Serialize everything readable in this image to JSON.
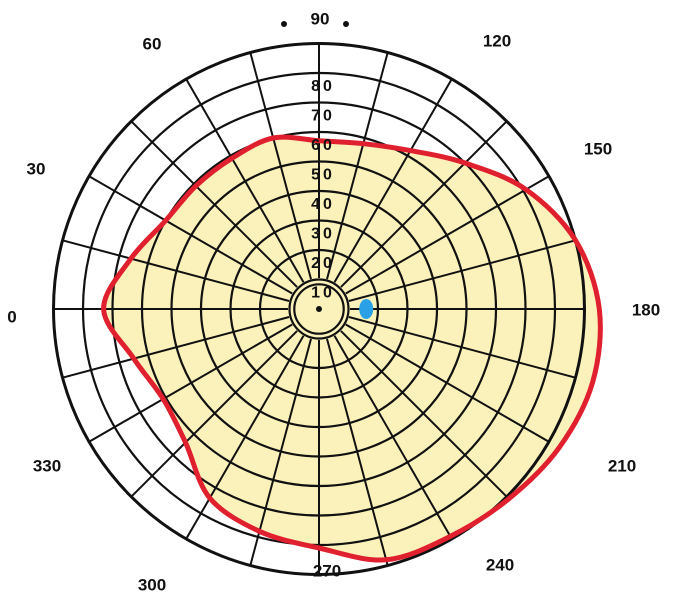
{
  "angle_labels": [
    "0",
    "30",
    "60",
    "90",
    "120",
    "150",
    "180",
    "210",
    "240",
    "270",
    "300",
    "330"
  ],
  "radial_labels": [
    "10",
    "20",
    "30",
    "40",
    "50",
    "60",
    "70",
    "80"
  ],
  "colors": {
    "field_fill": "#fbf2bb",
    "boundary": "#e0202e",
    "grid": "#111111",
    "marker": "#2aa0e6"
  },
  "field_extent_degrees": [
    {
      "angle": 0,
      "r": 73
    },
    {
      "angle": 15,
      "r": 66
    },
    {
      "angle": 30,
      "r": 60
    },
    {
      "angle": 45,
      "r": 59
    },
    {
      "angle": 60,
      "r": 59
    },
    {
      "angle": 75,
      "r": 60
    },
    {
      "angle": 90,
      "r": 57
    },
    {
      "angle": 105,
      "r": 58
    },
    {
      "angle": 120,
      "r": 62
    },
    {
      "angle": 135,
      "r": 70
    },
    {
      "angle": 150,
      "r": 81
    },
    {
      "angle": 165,
      "r": 90
    },
    {
      "angle": 180,
      "r": 95
    },
    {
      "angle": 195,
      "r": 96
    },
    {
      "angle": 210,
      "r": 94
    },
    {
      "angle": 225,
      "r": 91
    },
    {
      "angle": 240,
      "r": 89
    },
    {
      "angle": 255,
      "r": 88
    },
    {
      "angle": 270,
      "r": 81
    },
    {
      "angle": 285,
      "r": 78
    },
    {
      "angle": 300,
      "r": 74
    },
    {
      "angle": 315,
      "r": 64
    },
    {
      "angle": 330,
      "r": 61
    },
    {
      "angle": 345,
      "r": 65
    }
  ],
  "blind_spot": {
    "angle": 180,
    "r": 16
  }
}
